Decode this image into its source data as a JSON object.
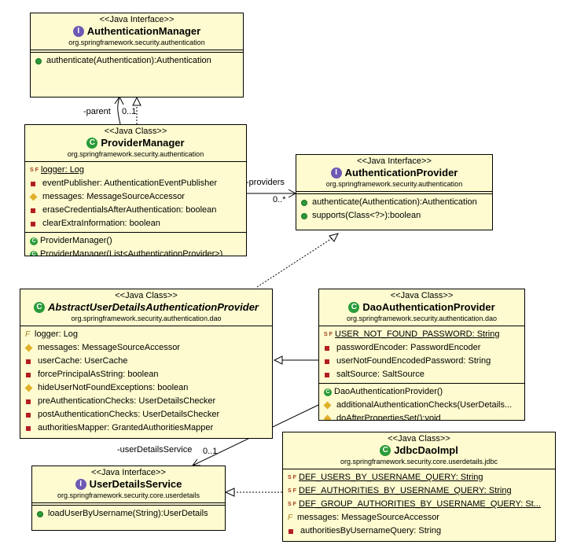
{
  "diagram": {
    "authentication_manager": {
      "stereotype": "<<Java Interface>>",
      "name": "AuthenticationManager",
      "package": "org.springframework.security.authentication",
      "methods": [
        "authenticate(Authentication):Authentication"
      ]
    },
    "provider_manager": {
      "stereotype": "<<Java Class>>",
      "name": "ProviderManager",
      "package": "org.springframework.security.authentication",
      "fields": [
        "logger: Log",
        "eventPublisher: AuthenticationEventPublisher",
        "messages: MessageSourceAccessor",
        "eraseCredentialsAfterAuthentication: boolean",
        "clearExtraInformation: boolean"
      ],
      "methods": [
        "ProviderManager()",
        "ProviderManager(List<AuthenticationProvider>)"
      ]
    },
    "authentication_provider": {
      "stereotype": "<<Java Interface>>",
      "name": "AuthenticationProvider",
      "package": "org.springframework.security.authentication",
      "methods": [
        "authenticate(Authentication):Authentication",
        "supports(Class<?>):boolean"
      ]
    },
    "abstract_provider": {
      "stereotype": "<<Java Class>>",
      "name": "AbstractUserDetailsAuthenticationProvider",
      "package": "org.springframework.security.authentication.dao",
      "fields": [
        "logger: Log",
        "messages: MessageSourceAccessor",
        "userCache: UserCache",
        "forcePrincipalAsString: boolean",
        "hideUserNotFoundExceptions: boolean",
        "preAuthenticationChecks: UserDetailsChecker",
        "postAuthenticationChecks: UserDetailsChecker",
        "authoritiesMapper: GrantedAuthoritiesMapper"
      ]
    },
    "dao_provider": {
      "stereotype": "<<Java Class>>",
      "name": "DaoAuthenticationProvider",
      "package": "org.springframework.security.authentication.dao",
      "fields": [
        "USER_NOT_FOUND_PASSWORD: String",
        "passwordEncoder: PasswordEncoder",
        "userNotFoundEncodedPassword: String",
        "saltSource: SaltSource"
      ],
      "methods": [
        "DaoAuthenticationProvider()",
        "additionalAuthenticationChecks(UserDetails...",
        "doAfterPropertiesSet():void"
      ]
    },
    "user_details_service": {
      "stereotype": "<<Java Interface>>",
      "name": "UserDetailsService",
      "package": "org.springframework.security.core.userdetails",
      "methods": [
        "loadUserByUsername(String):UserDetails"
      ]
    },
    "jdbc_dao_impl": {
      "stereotype": "<<Java Class>>",
      "name": "JdbcDaoImpl",
      "package": "org.springframework.security.core.userdetails.jdbc",
      "fields": [
        "DEF_USERS_BY_USERNAME_QUERY: String",
        "DEF_AUTHORITIES_BY_USERNAME_QUERY: String",
        "DEF_GROUP_AUTHORITIES_BY_USERNAME_QUERY: St...",
        "messages: MessageSourceAccessor",
        "authoritiesByUsernameQuery: String"
      ]
    },
    "labels": {
      "parent_role": "-parent",
      "parent_mult": "0..1",
      "providers_role": "-providers",
      "providers_mult": "0..*",
      "uds_role": "-userDetailsService",
      "uds_mult": "0..1"
    }
  }
}
